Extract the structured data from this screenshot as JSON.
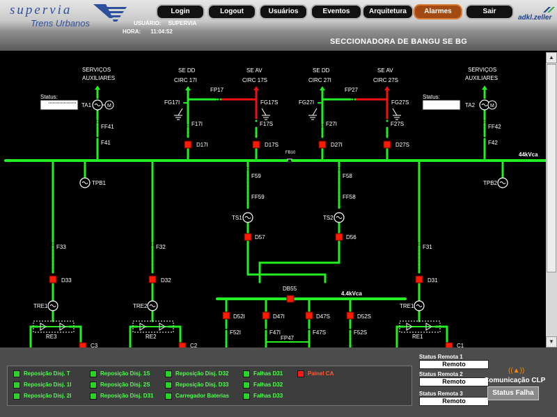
{
  "header": {
    "logo_text": "supervia",
    "logo_sub": "Trens Urbanos",
    "brand": "adkl.zeller",
    "nav": [
      {
        "label": "Login",
        "active": false
      },
      {
        "label": "Logout",
        "active": false
      },
      {
        "label": "Usuários",
        "active": false
      },
      {
        "label": "Eventos",
        "active": false
      },
      {
        "label": "Arquitetura",
        "active": false
      },
      {
        "label": "Alarmes",
        "active": true
      },
      {
        "label": "Sair",
        "active": false
      }
    ],
    "user_label": "USUÁRIO:",
    "user_value": "SUPERVIA",
    "time_label": "HORA:",
    "time_value": "11:04:52",
    "page_title": "SECCIONADORA DE BANGU SE BG"
  },
  "diagram": {
    "bus_main_label": "44kVca",
    "bus_low_label": "4.4kVca",
    "bus_tie_label": "FB10",
    "labels": {
      "serv_aux_left": [
        "SERVIÇOS",
        "AUXILIARES"
      ],
      "serv_aux_right": [
        "SERVIÇOS",
        "AUXILIARES"
      ],
      "se_dd_1": [
        "SE DD",
        "CIRC 17I"
      ],
      "se_av_1": [
        "SE AV",
        "CIRC 17S"
      ],
      "se_dd_2": [
        "SE DD",
        "CIRC 27I"
      ],
      "se_av_2": [
        "SE AV",
        "CIRC 27S"
      ],
      "status": "Status:",
      "ta1": "TA1",
      "ta2": "TA2",
      "m": "M",
      "ff41": "FF41",
      "f41": "F41",
      "ff42": "FF42",
      "f42": "F42",
      "fp17": "FP17",
      "fp27": "FP27",
      "fg17i": "FG17I",
      "fg17s": "FG17S",
      "fg27i": "FG27I",
      "fg27s": "FG27S",
      "f17i": "F17I",
      "f17s": "F17S",
      "f27i": "F27I",
      "f27s": "F27S",
      "d17i": "D17I",
      "d17s": "D17S",
      "d27i": "D27I",
      "d27s": "D27S",
      "tpb1": "TPB1",
      "tpb2": "TPB2",
      "f59": "F59",
      "ff59": "FF59",
      "f58": "F58",
      "ff58": "FF58",
      "ts1": "TS1",
      "ts2": "TS2",
      "d57": "D57",
      "d56": "D56",
      "f33": "F33",
      "d33": "D33",
      "tre1_left": "TRE1",
      "re3": "RE3",
      "f32": "F32",
      "d32": "D32",
      "tre2": "TRE2",
      "re2": "RE2",
      "f31": "F31",
      "d31": "D31",
      "tre1_right": "TRE1",
      "re1": "RE1",
      "db55": "DB55",
      "d52i": "D52I",
      "d47i": "D47I",
      "d47s": "D47S",
      "d52s": "D52S",
      "f52i": "F52I",
      "f47i": "F47I",
      "f47s": "F47S",
      "f52s": "F52S",
      "fp47": "FP47",
      "cut1": "C3",
      "cut2": "C2",
      "cut3": "C1"
    }
  },
  "status": {
    "items": [
      {
        "label": "Reposição Disj. T",
        "state": "ok"
      },
      {
        "label": "Reposição Disj. 1I",
        "state": "ok"
      },
      {
        "label": "Reposição Disj. 2I",
        "state": "ok"
      },
      {
        "label": "Reposição Disj. 1S",
        "state": "ok"
      },
      {
        "label": "Reposição Disj. 2S",
        "state": "ok"
      },
      {
        "label": "Reposição Disj. D31",
        "state": "ok"
      },
      {
        "label": "Reposição Disj. D32",
        "state": "ok"
      },
      {
        "label": "Reposição Disj. D33",
        "state": "ok"
      },
      {
        "label": "Carregador Baterias",
        "state": "ok"
      },
      {
        "label": "Falhas D31",
        "state": "ok"
      },
      {
        "label": "Falhas D32",
        "state": "ok"
      },
      {
        "label": "Falhas D33",
        "state": "ok"
      },
      {
        "label": "Painel CA",
        "state": "alarm"
      }
    ],
    "remotes": [
      {
        "label": "Status Remota 1",
        "value": "Remoto"
      },
      {
        "label": "Status Remota 2",
        "value": "Remoto"
      },
      {
        "label": "Status Remota 3",
        "value": "Remoto"
      }
    ],
    "clp_label": "Comunicação CLP",
    "clp_button": "Status Falha"
  },
  "colors": {
    "energized": "#22ee22",
    "deenergized": "#ee1111",
    "breaker_closed": "#ff1a00",
    "accent_nav": "#a34a12"
  }
}
